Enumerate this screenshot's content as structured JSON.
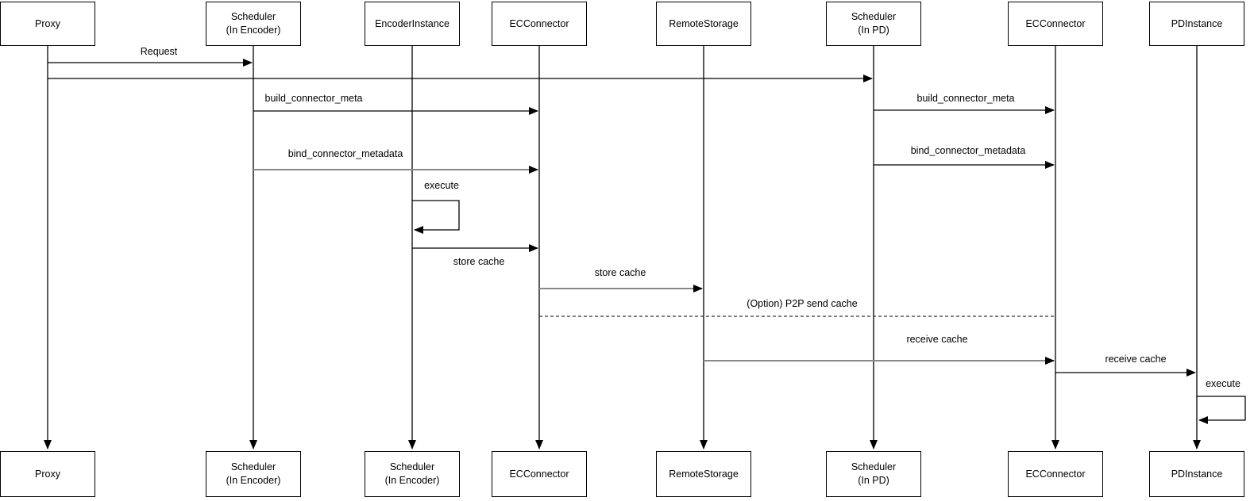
{
  "diagram": {
    "kind": "uml-sequence-diagram",
    "colors": {
      "background": "#ffffff",
      "line": "#000000",
      "gray_line": "#888888",
      "box_fill": "#ffffff",
      "box_border": "#000000",
      "text": "#000000"
    },
    "actors_top": [
      {
        "label": "Proxy"
      },
      {
        "label": "Scheduler\n(In Encoder)"
      },
      {
        "label": "EncoderInstance"
      },
      {
        "label": "ECConnector"
      },
      {
        "label": "RemoteStorage"
      },
      {
        "label": "Scheduler\n(In PD)"
      },
      {
        "label": "ECConnector"
      },
      {
        "label": "PDInstance"
      }
    ],
    "actors_bottom": [
      {
        "label": "Proxy"
      },
      {
        "label": "Scheduler\n(In Encoder)"
      },
      {
        "label": "Scheduler\n(In Encoder)"
      },
      {
        "label": "ECConnector"
      },
      {
        "label": "RemoteStorage"
      },
      {
        "label": "Scheduler\n(In PD)"
      },
      {
        "label": "ECConnector"
      },
      {
        "label": "PDInstance"
      }
    ],
    "messages": [
      {
        "label": "Request",
        "from": "Proxy",
        "to": "Scheduler (In Encoder)",
        "style": "solid"
      },
      {
        "label": "",
        "from": "Proxy",
        "to": "Scheduler (In PD)",
        "style": "solid"
      },
      {
        "label": "build_connector_meta",
        "from": "Scheduler (In Encoder)",
        "to": "ECConnector",
        "style": "solid"
      },
      {
        "label": "build_connector_meta",
        "from": "Scheduler (In PD)",
        "to": "ECConnector (PD side)",
        "style": "solid"
      },
      {
        "label": "bind_connector_metadata",
        "from": "Scheduler (In Encoder)",
        "to": "ECConnector",
        "style": "solid"
      },
      {
        "label": "bind_connector_metadata",
        "from": "Scheduler (In PD)",
        "to": "ECConnector (PD side)",
        "style": "solid"
      },
      {
        "label": "execute",
        "from": "EncoderInstance",
        "to": "EncoderInstance",
        "style": "self-loop"
      },
      {
        "label": "store cache",
        "from": "EncoderInstance",
        "to": "ECConnector",
        "style": "solid"
      },
      {
        "label": "store cache",
        "from": "ECConnector",
        "to": "RemoteStorage",
        "style": "solid"
      },
      {
        "label": "(Option) P2P send cache",
        "from": "ECConnector",
        "to": "ECConnector (PD side)",
        "style": "dashed"
      },
      {
        "label": "receive cache",
        "from": "RemoteStorage",
        "to": "ECConnector (PD side)",
        "style": "solid"
      },
      {
        "label": "receive cache",
        "from": "ECConnector (PD side)",
        "to": "PDInstance",
        "style": "solid"
      },
      {
        "label": "execute",
        "from": "PDInstance",
        "to": "PDInstance",
        "style": "self-loop"
      }
    ]
  }
}
